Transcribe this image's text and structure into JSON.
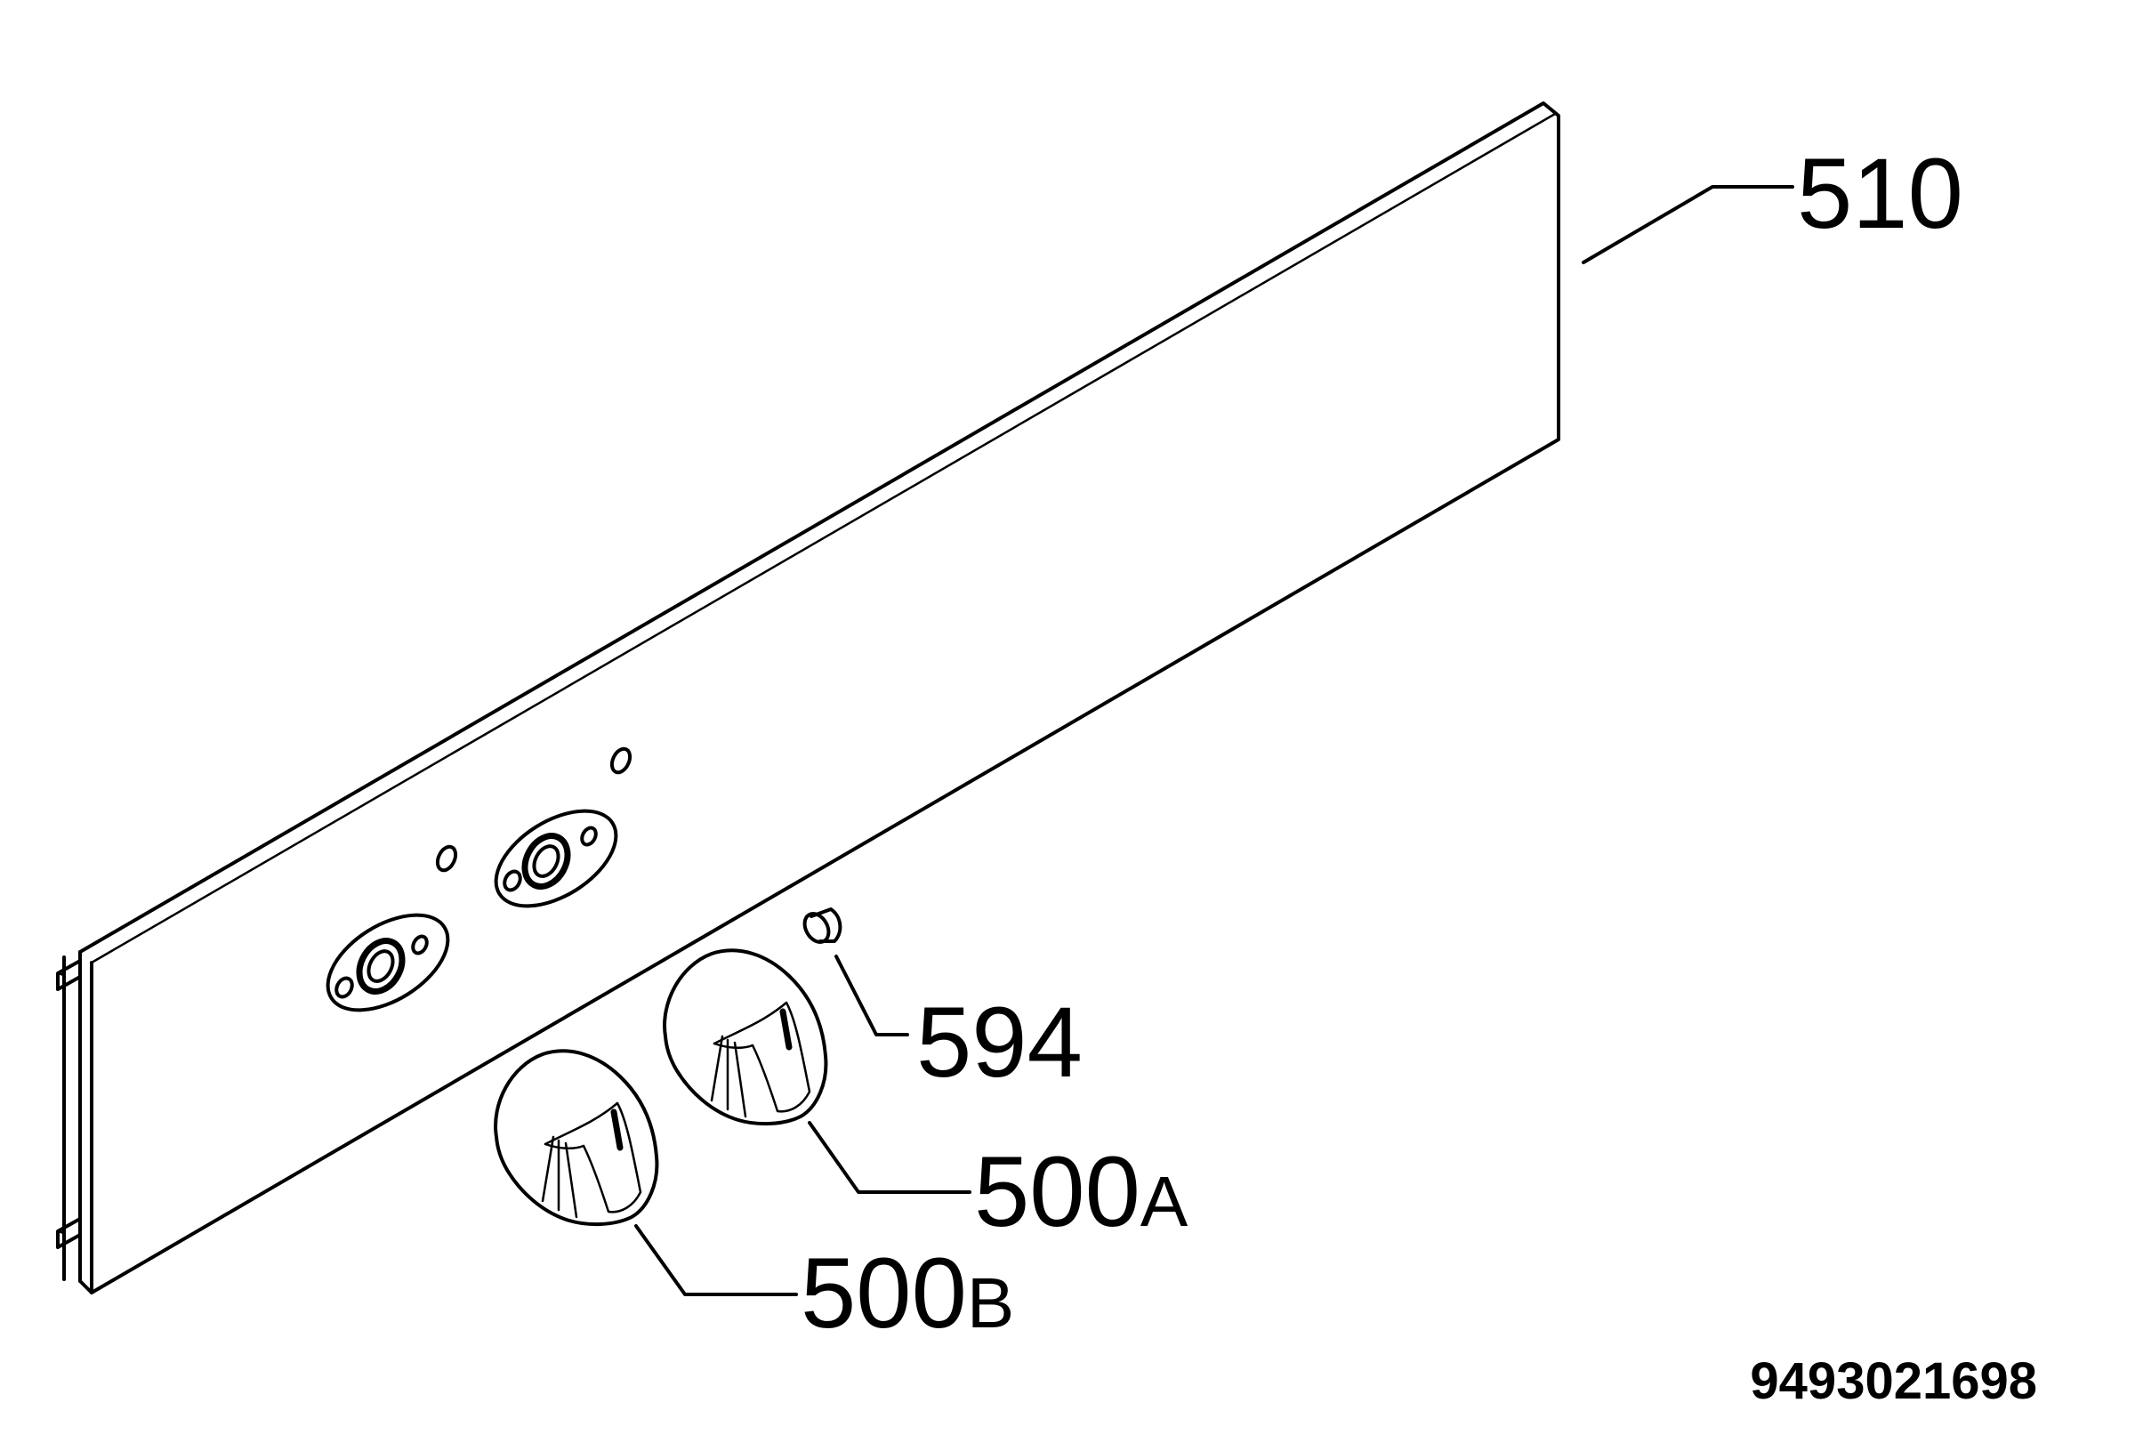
{
  "labels": {
    "panel": "510",
    "plug": "594",
    "knob_a_number": "500",
    "knob_a_suffix": "A",
    "knob_b_number": "500",
    "knob_b_suffix": "B"
  },
  "document_number": "9493021698",
  "colors": {
    "line": "#000000",
    "background": "#ffffff"
  }
}
